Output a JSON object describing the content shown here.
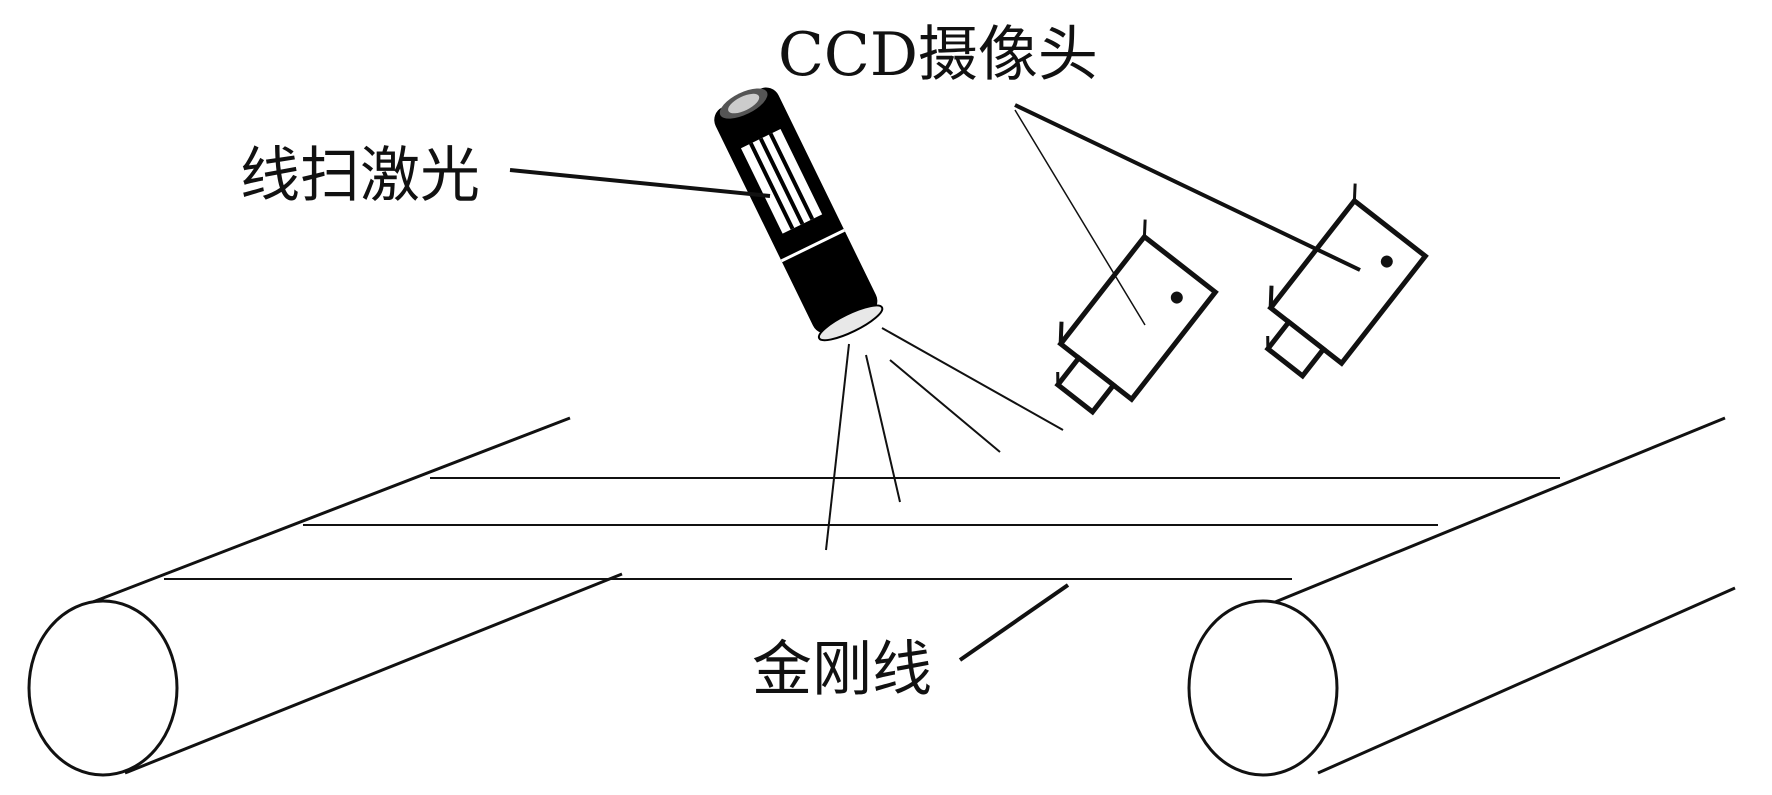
{
  "labels": {
    "laser": "线扫激光",
    "camera": "CCD摄像头",
    "wire": "金刚线"
  },
  "icons": {
    "laser": "laser-emitter-icon",
    "camera": "ccd-camera-icon",
    "roller": "roller-cylinder-icon"
  },
  "colors": {
    "line": "#111111",
    "background": "#ffffff"
  }
}
